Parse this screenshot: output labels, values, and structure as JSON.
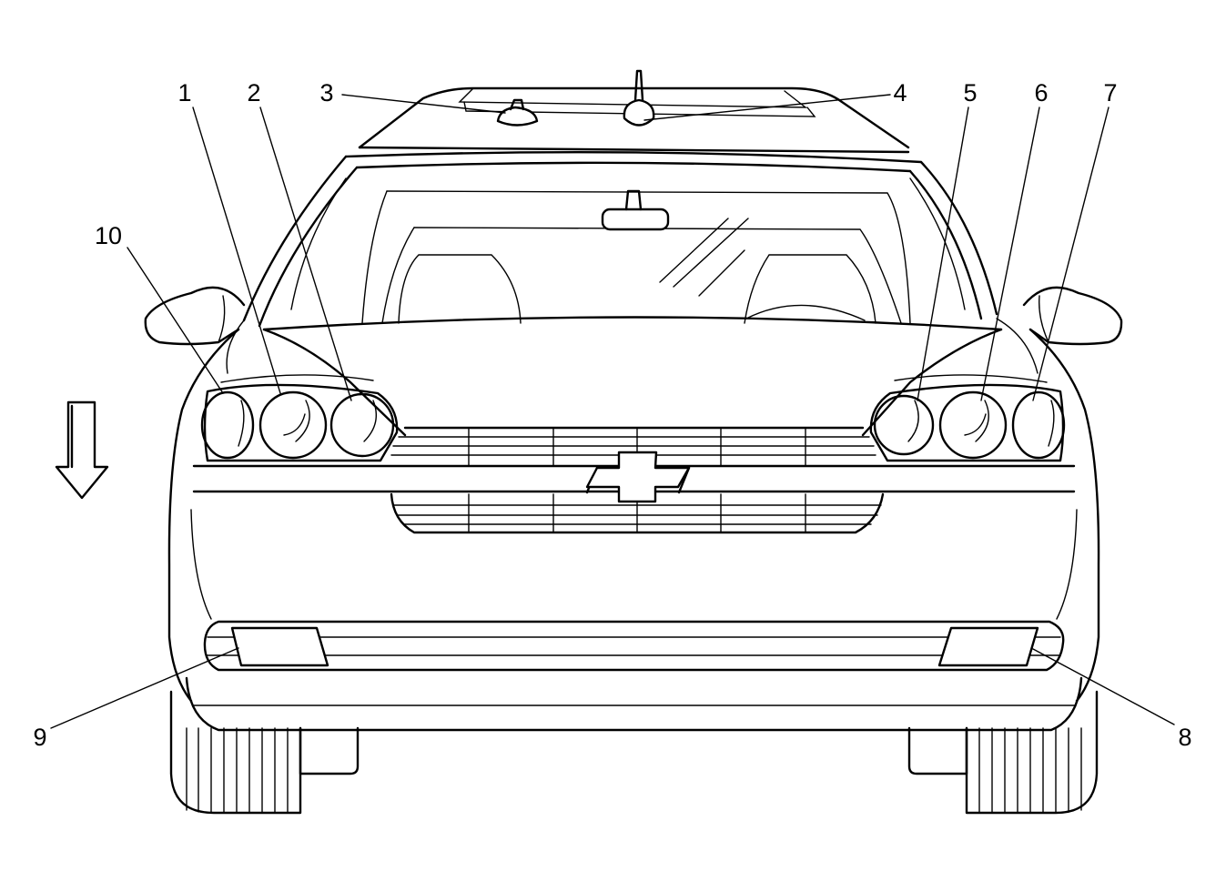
{
  "diagram": {
    "callouts": [
      {
        "id": "1",
        "label": "1"
      },
      {
        "id": "2",
        "label": "2"
      },
      {
        "id": "3",
        "label": "3"
      },
      {
        "id": "4",
        "label": "4"
      },
      {
        "id": "5",
        "label": "5"
      },
      {
        "id": "6",
        "label": "6"
      },
      {
        "id": "7",
        "label": "7"
      },
      {
        "id": "8",
        "label": "8"
      },
      {
        "id": "9",
        "label": "9"
      },
      {
        "id": "10",
        "label": "10"
      }
    ],
    "direction_arrow": "down-arrow-icon",
    "line_color": "#000000",
    "background": "#ffffff"
  }
}
